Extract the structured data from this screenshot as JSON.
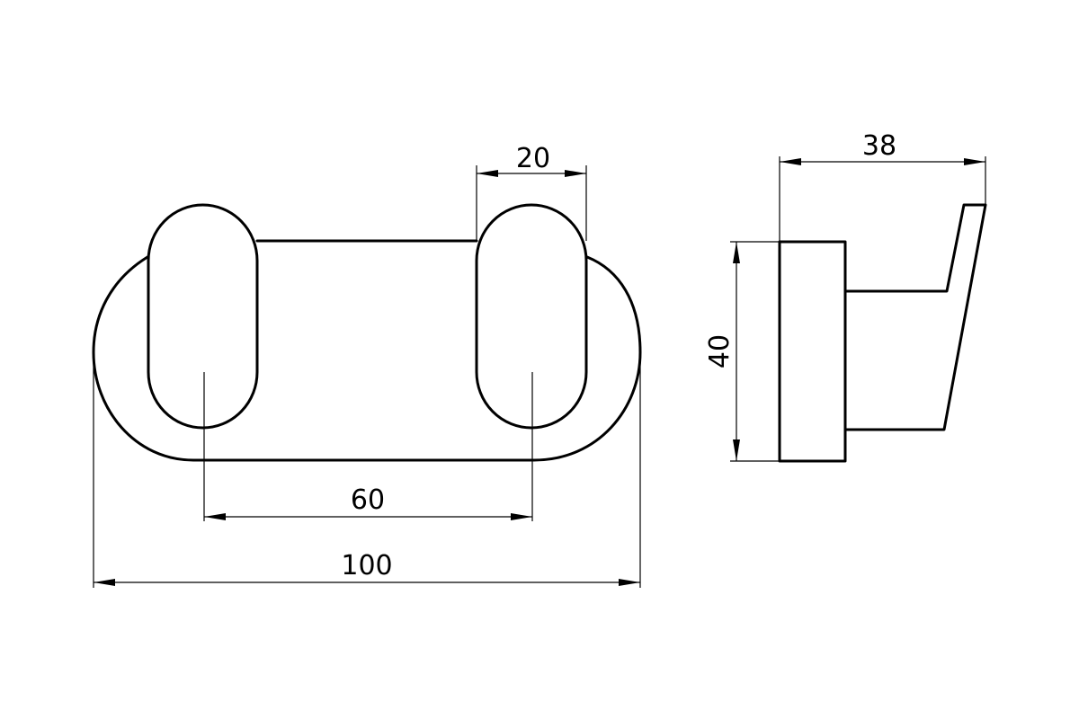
{
  "drawing": {
    "stroke_color": "#000000",
    "background_color": "#ffffff",
    "front_view": {
      "dim_hook_width": "20",
      "dim_hook_spacing": "60",
      "dim_overall_width": "100"
    },
    "side_view": {
      "dim_depth": "38",
      "dim_height": "40"
    }
  }
}
